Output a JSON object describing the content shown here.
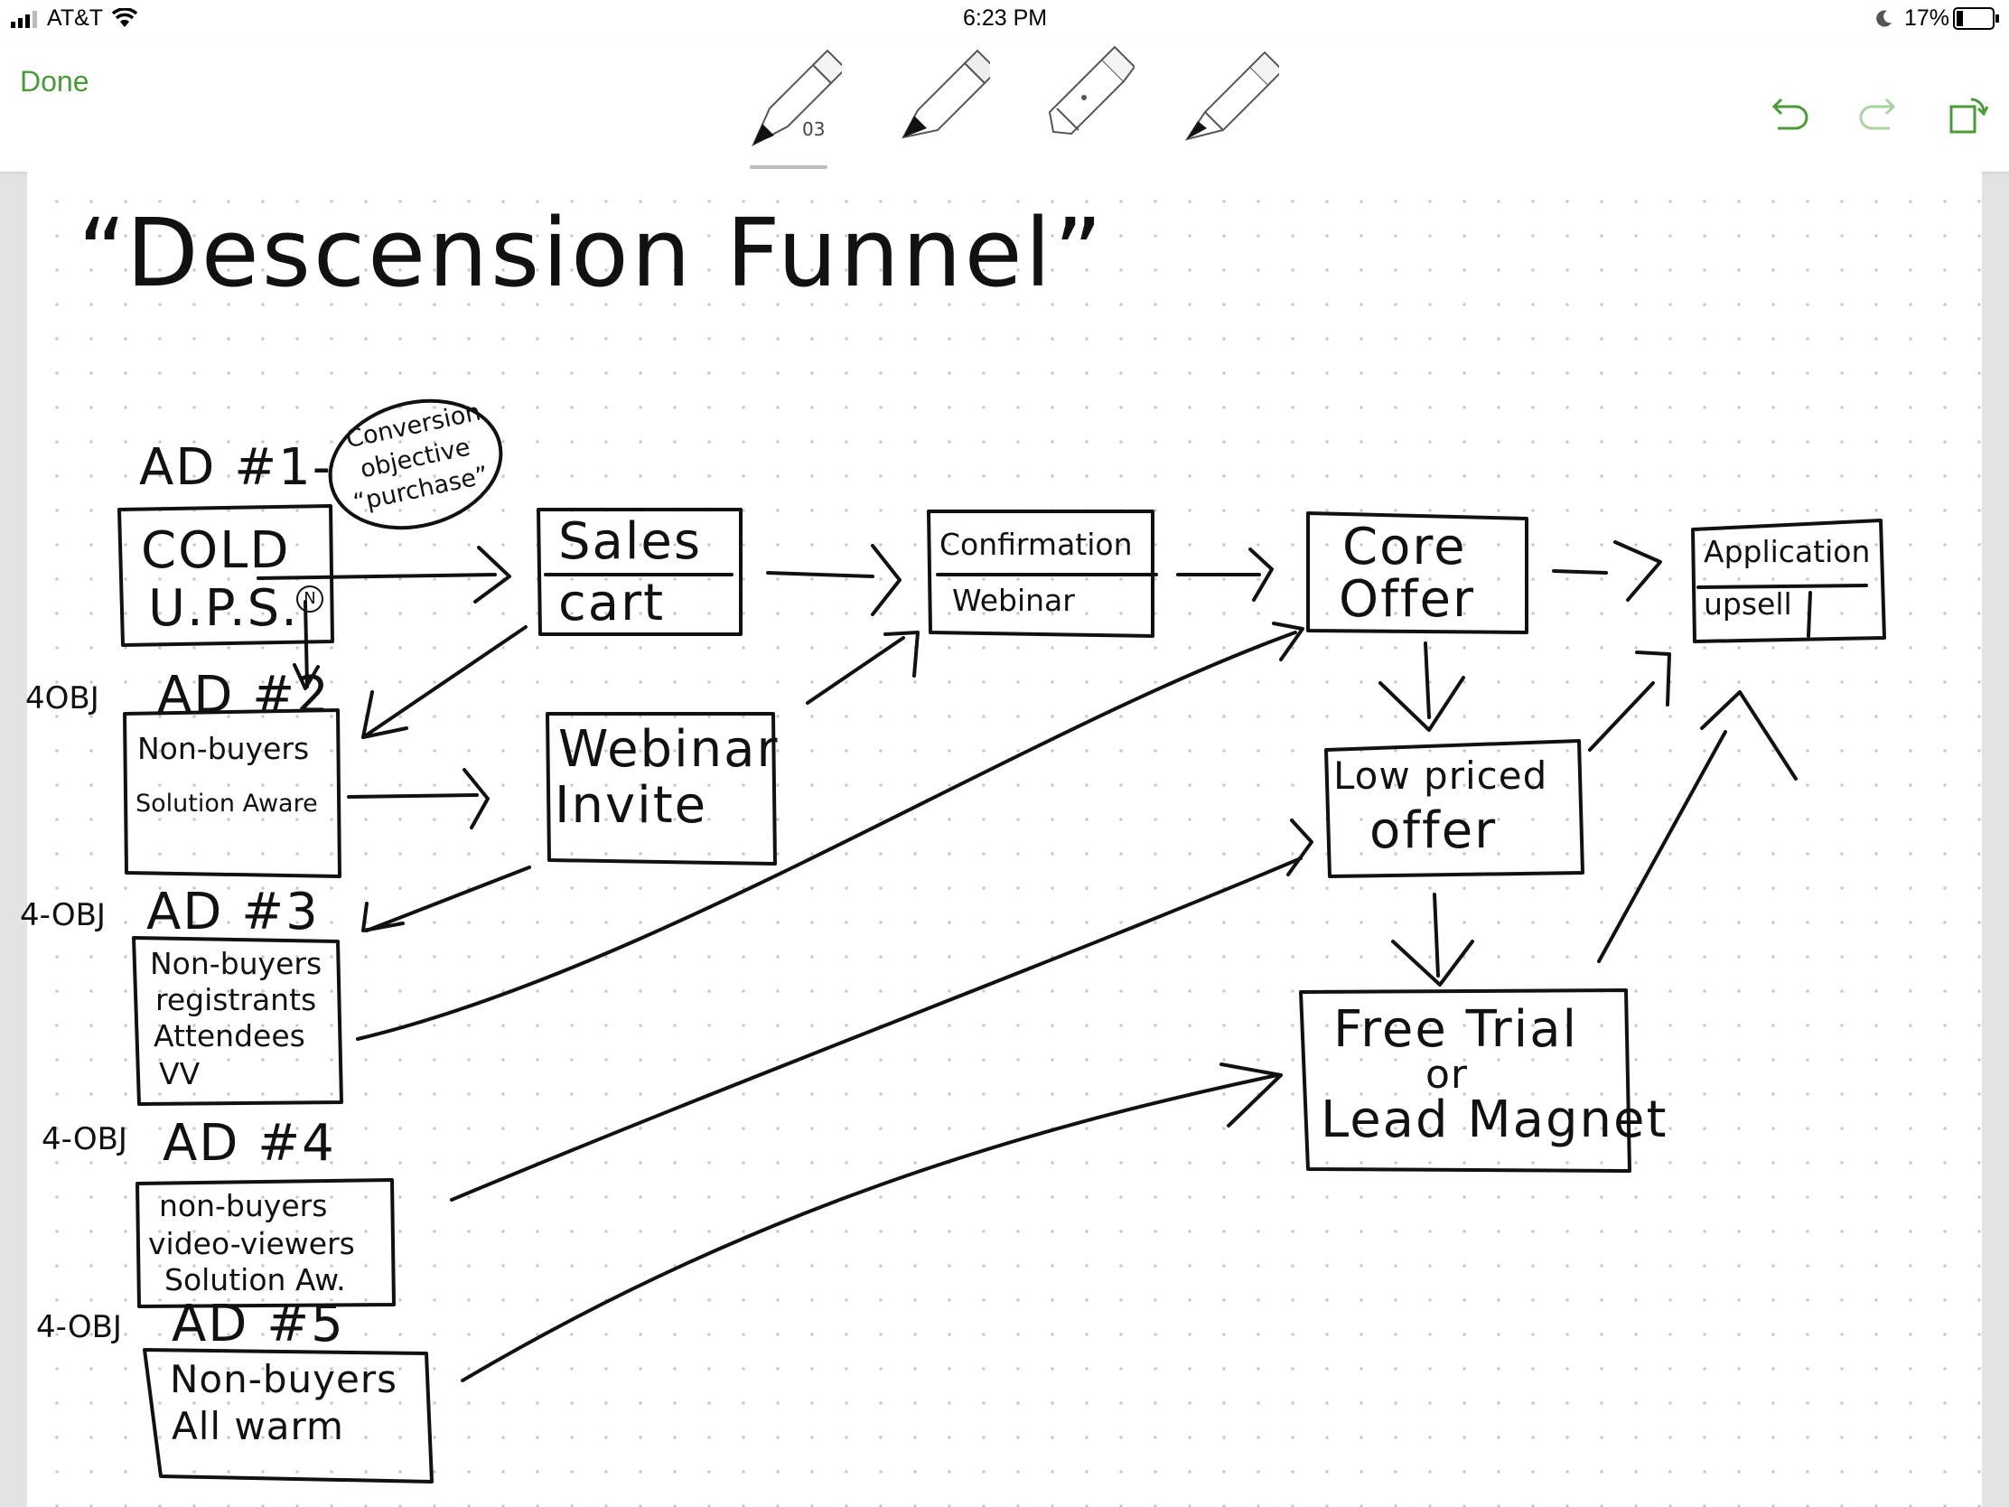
{
  "status_bar": {
    "carrier": "AT&T",
    "time": "6:23 PM",
    "battery": "17%",
    "icons": [
      "signal-icon",
      "wifi-icon",
      "moon-icon",
      "battery-icon"
    ]
  },
  "toolbar": {
    "done_label": "Done",
    "pen_size": "03",
    "tools": [
      "pen-tool-icon",
      "marker-tool-icon",
      "eraser-tool-icon",
      "pencil-tool-icon"
    ],
    "actions": [
      "undo-icon",
      "redo-icon",
      "rotate-page-icon"
    ],
    "accent_color": "#4a9a3a"
  },
  "drawing": {
    "title": "“Descension Funnel”",
    "ads": [
      {
        "label": "AD #1-",
        "side": ""
      },
      {
        "label": "AD #2",
        "side": "4OBJ"
      },
      {
        "label": "AD #3",
        "side": "4-OBJ"
      },
      {
        "label": "AD #4",
        "side": "4-OBJ"
      },
      {
        "label": "AD #5",
        "side": "4-OBJ"
      }
    ],
    "conversion_note": [
      "Conversion",
      "objective",
      "“purchase”"
    ],
    "boxes": {
      "cold_ups": {
        "line1": "COLD",
        "line2": "U.P.S.",
        "badge": "N"
      },
      "non_buyers_solution": {
        "line1": "Non-buyers",
        "line2": "Solution Aware"
      },
      "non_buyers_registrants": {
        "line1": "Non-buyers",
        "line2": "registrants",
        "line3": "Attendees",
        "line4": "VV"
      },
      "non_buyers_video": {
        "line1": "non-buyers",
        "line2": "video-viewers",
        "line3": "Solution Aw."
      },
      "non_buyers_warm": {
        "line1": "Non-buyers",
        "line2": "All warm"
      },
      "sales_cart": {
        "line1": "Sales",
        "line2": "cart"
      },
      "webinar_invite": {
        "line1": "Webinar",
        "line2": "Invite"
      },
      "confirmation_webinar": {
        "line1": "Confirmation",
        "line2": "Webinar"
      },
      "core_offer": {
        "line1": "Core",
        "line2": "Offer"
      },
      "low_priced_offer": {
        "line1": "Low priced",
        "line2": "offer"
      },
      "free_trial": {
        "line1": "Free Trial",
        "line2": "or",
        "line3": "Lead Magnet"
      },
      "application_upsell": {
        "line1": "Application",
        "line2": "upsell"
      }
    }
  }
}
